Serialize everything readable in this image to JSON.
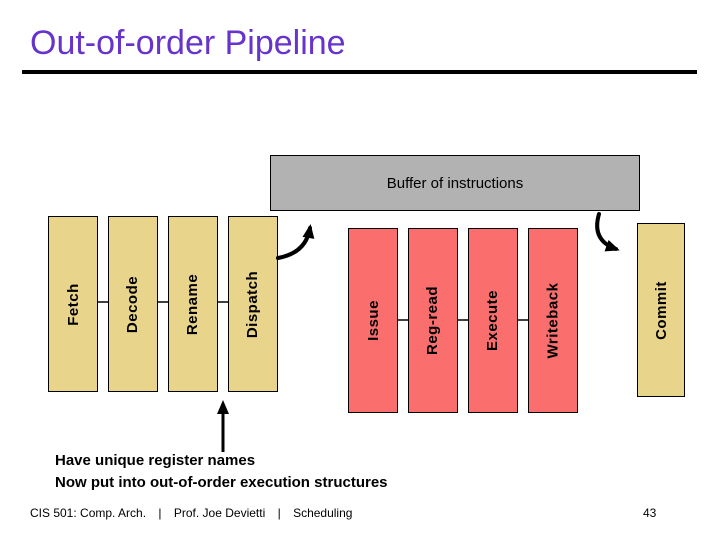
{
  "slide": {
    "title": "Out-of-order Pipeline",
    "page_number": "43"
  },
  "diagram": {
    "buffer_label": "Buffer of instructions",
    "front_stages": [
      "Fetch",
      "Decode",
      "Rename",
      "Dispatch"
    ],
    "ooo_stages": [
      "Issue",
      "Reg-read",
      "Execute",
      "Writeback"
    ],
    "commit_stage": "Commit"
  },
  "notes": {
    "line1": "Have unique register names",
    "line2": "Now put into out-of-order execution structures"
  },
  "footer": {
    "course": "CIS 501: Comp. Arch.",
    "separator": "|",
    "author": "Prof. Joe Devietti",
    "topic": "Scheduling"
  },
  "colors": {
    "title_purple": "#6633cc",
    "stage_yellow": "#e9d48c",
    "stage_red": "#fa6e6e",
    "buffer_gray": "#b2b2b2",
    "line_black": "#000000"
  }
}
